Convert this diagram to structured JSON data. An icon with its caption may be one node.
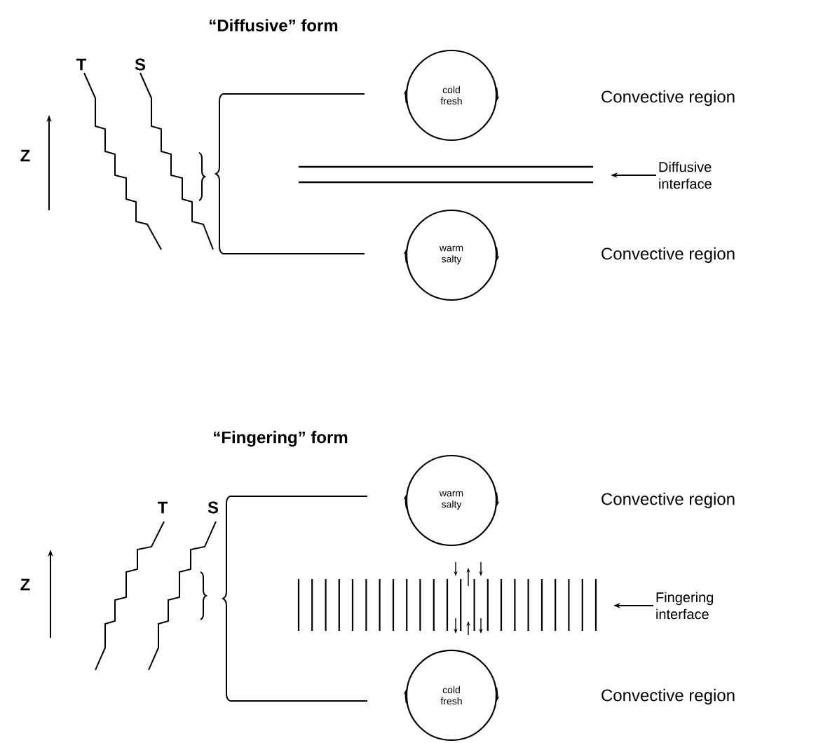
{
  "diagram": {
    "nodes": [
      {
        "text": [
          "cold fresh"
        ]
      },
      {
        "text": [],
        "shape": "bar"
      },
      {
        "text": [
          "Diffusive interface"
        ]
      },
      {
        "text": [
          "warm salty"
        ]
      },
      {
        "text": [
          "warm salty"
        ]
      },
      {
        "text": [],
        "shape": "bar"
      },
      {
        "text": [
          "Fingering interface"
        ]
      },
      {
        "text": [
          "cold fresh"
        ]
      }
    ],
    "edges": [
      {
        "from": 2,
        "to": 1,
        "arrow": "to"
      },
      {
        "from": 6,
        "to": 5,
        "arrow": "to"
      }
    ],
    "labels": [
      "“Diffusive” form",
      "T",
      "S",
      "Z",
      "Convective region",
      "Convective region",
      "“Fingering” form",
      "T",
      "S",
      "Z",
      "Convective region",
      "Convective region"
    ]
  }
}
